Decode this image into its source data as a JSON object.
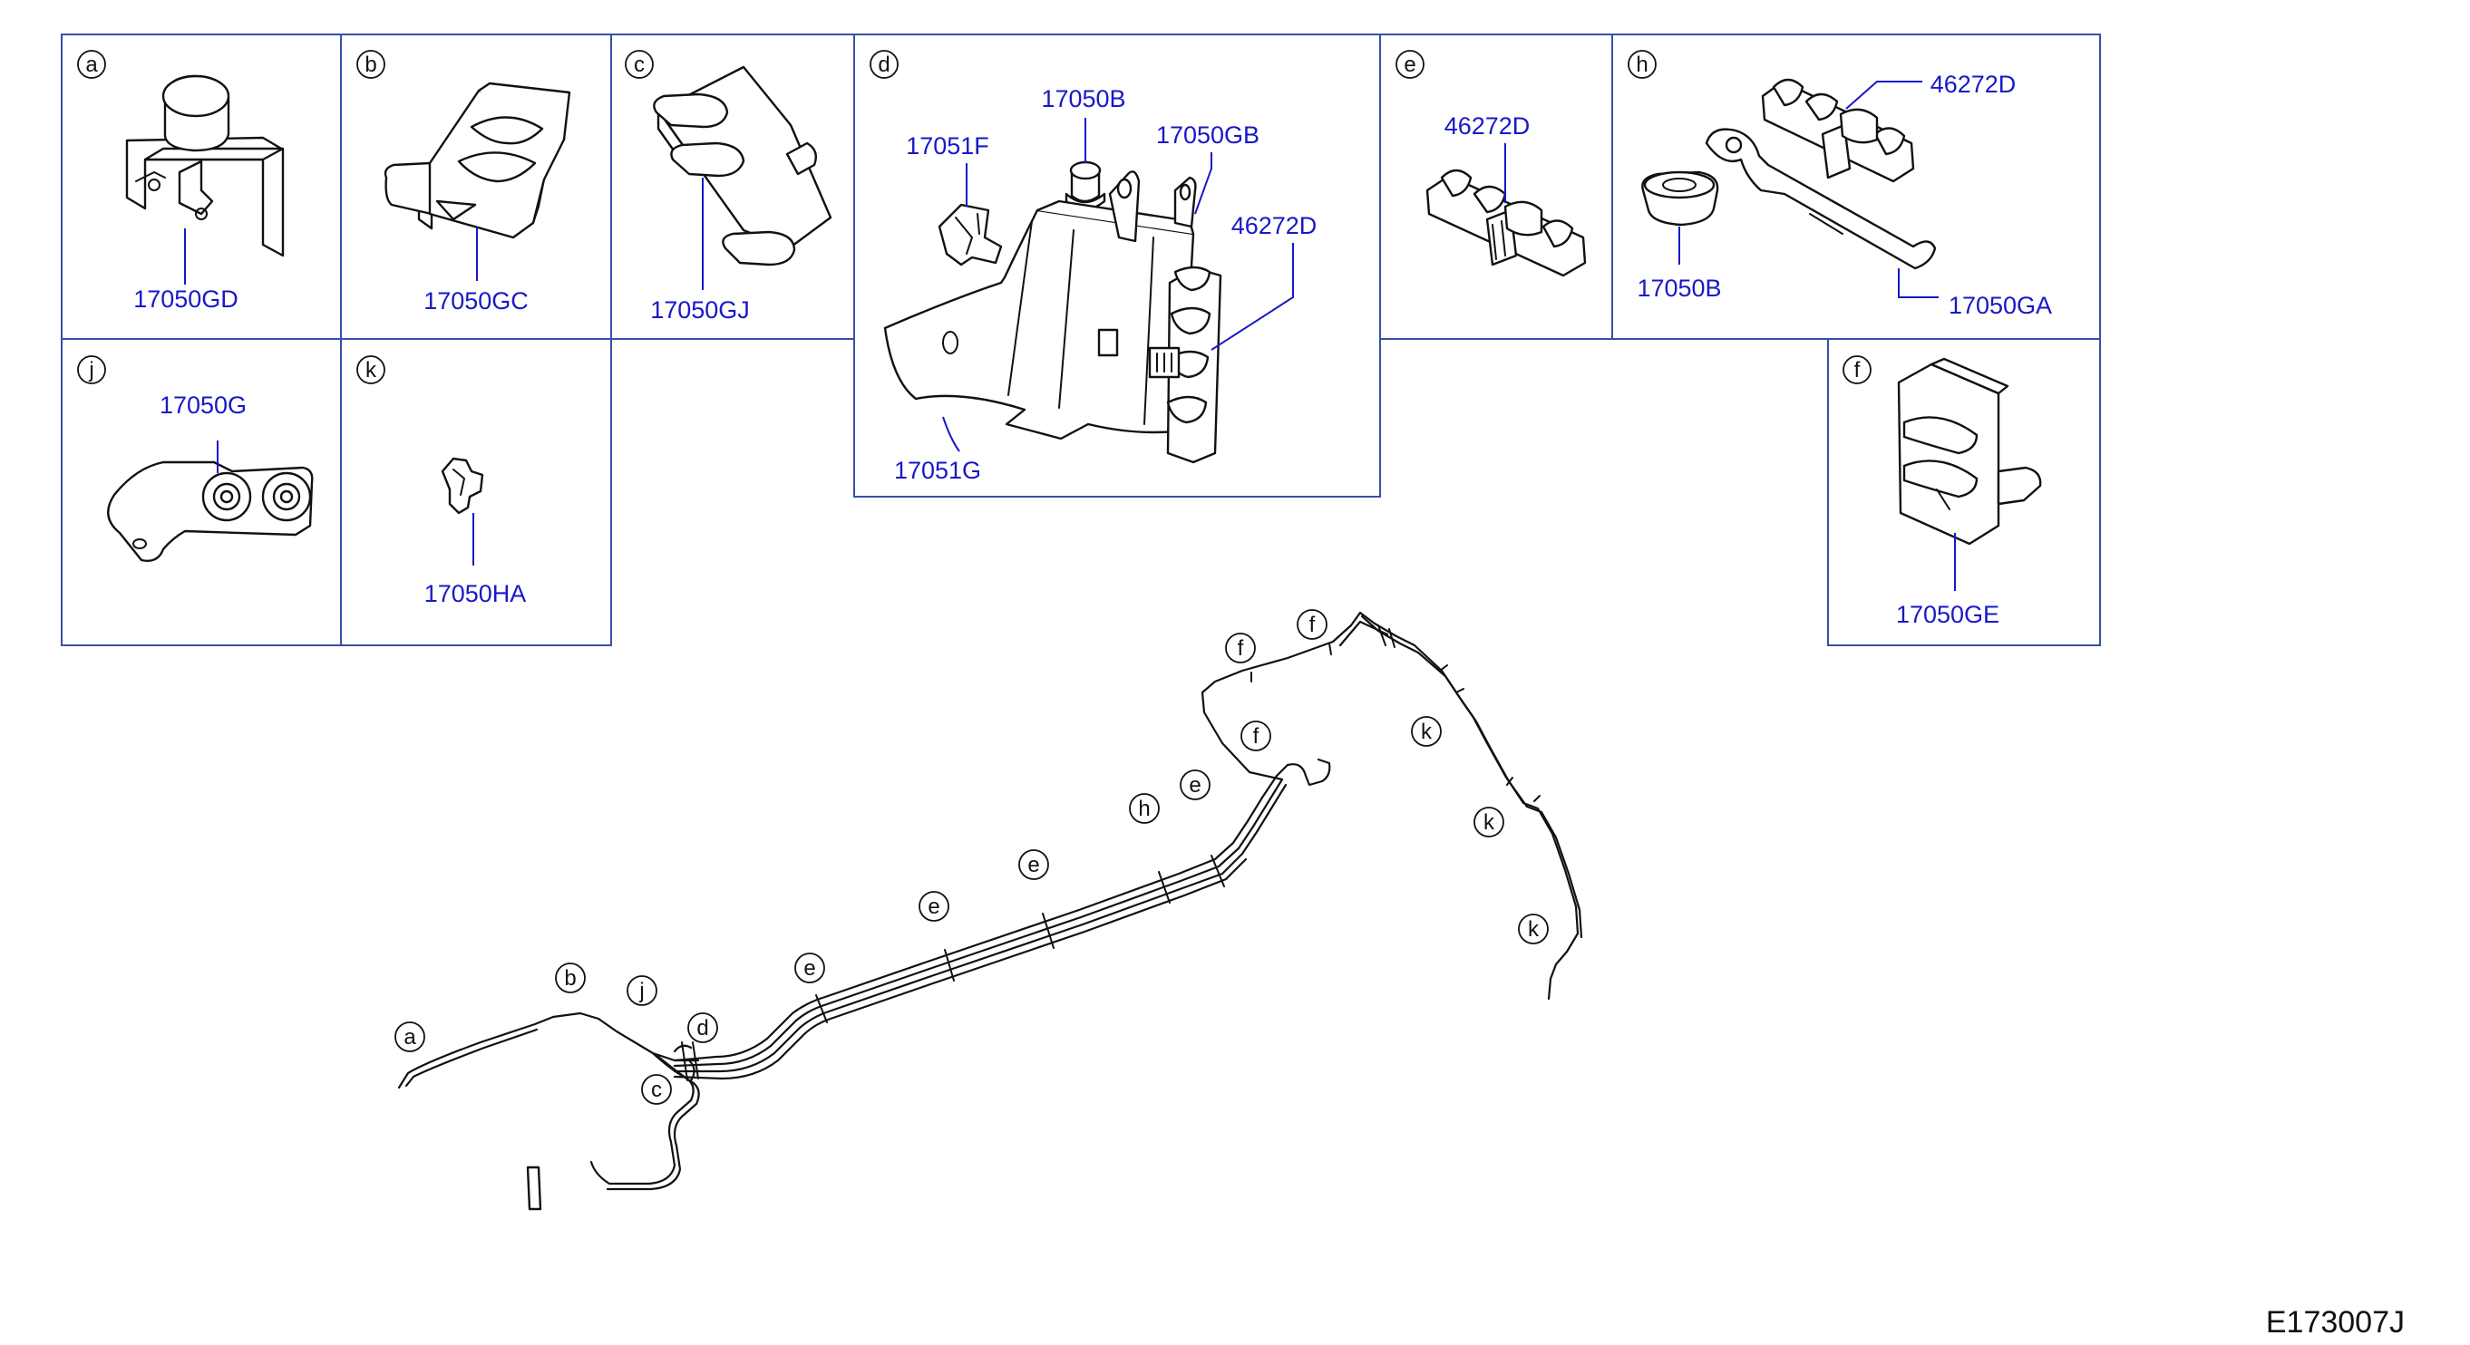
{
  "diagram": {
    "code": "E173007J",
    "panels": [
      {
        "letter": "a",
        "labels": [
          "17050GD"
        ]
      },
      {
        "letter": "b",
        "labels": [
          "17050GC"
        ]
      },
      {
        "letter": "c",
        "labels": [
          "17050GJ"
        ]
      },
      {
        "letter": "d",
        "labels": [
          "17051F",
          "17050B",
          "17050GB",
          "46272D",
          "17051G"
        ]
      },
      {
        "letter": "e",
        "labels": [
          "46272D"
        ]
      },
      {
        "letter": "h",
        "labels": [
          "46272D",
          "17050B",
          "17050GA"
        ]
      },
      {
        "letter": "j",
        "labels": [
          "17050G"
        ]
      },
      {
        "letter": "k",
        "labels": [
          "17050HA"
        ]
      },
      {
        "letter": "f",
        "labels": [
          "17050GE"
        ]
      }
    ],
    "callouts": [
      "a",
      "b",
      "j",
      "d",
      "c",
      "e",
      "e",
      "e",
      "h",
      "e",
      "f",
      "f",
      "f",
      "k",
      "k",
      "k"
    ]
  }
}
